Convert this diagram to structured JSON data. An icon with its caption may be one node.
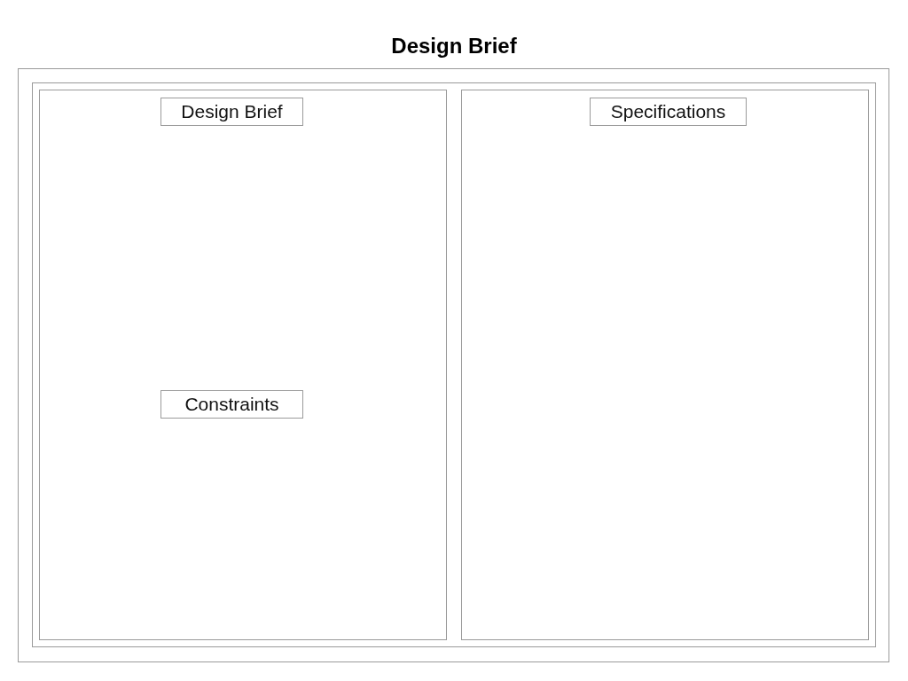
{
  "diagram": {
    "title": "Design Brief",
    "nodes": [
      {
        "text": [],
        "shape": "box"
      },
      {
        "text": [],
        "shape": "box",
        "in": 0
      },
      {
        "text": [],
        "shape": "box",
        "in": 1
      },
      {
        "text": [],
        "shape": "box",
        "in": 1
      },
      {
        "text": [
          "Design Brief"
        ],
        "in": 2
      },
      {
        "text": [
          "Constraints"
        ],
        "in": 2
      },
      {
        "text": [
          "Specifications"
        ],
        "in": 3
      }
    ],
    "edges": []
  }
}
